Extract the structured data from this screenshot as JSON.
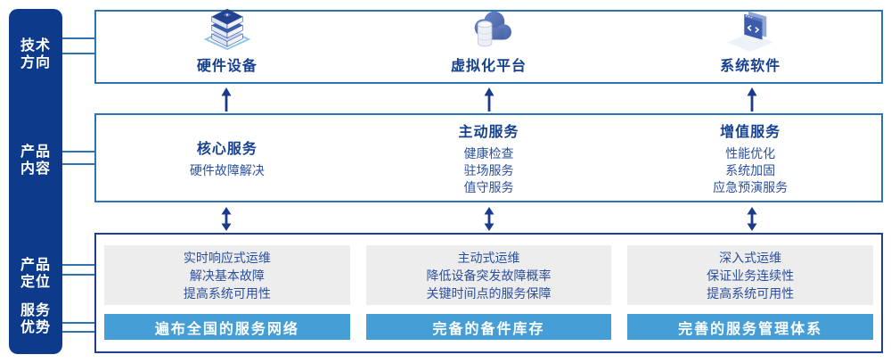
{
  "colors": {
    "leftbar_bg": "#0d3a8b",
    "box_border_blue": "#2e74b5",
    "box_border_navy": "#1e3f94",
    "title_navy": "#16418f",
    "body_navy": "#2b4f9f",
    "arrow_navy": "#1a3a8c",
    "bar_blue": "#459fd6",
    "panel_gray": "#ededed",
    "connector_blue": "#2e74b5"
  },
  "left_bar": {
    "labels": [
      [
        "技术",
        "方向"
      ],
      [
        "产品",
        "内容"
      ],
      [
        "产品",
        "定位"
      ],
      [
        "服务",
        "优势"
      ]
    ]
  },
  "tech_row": {
    "items": [
      {
        "label": "硬件设备",
        "icon": "server-stack-icon"
      },
      {
        "label": "虚拟化平台",
        "icon": "cloud-database-icon"
      },
      {
        "label": "系统软件",
        "icon": "software-window-icon"
      }
    ]
  },
  "content_row": {
    "columns": [
      {
        "title": "核心服务",
        "items": [
          "硬件故障解决"
        ]
      },
      {
        "title": "主动服务",
        "items": [
          "健康检查",
          "驻场服务",
          "值守服务"
        ]
      },
      {
        "title": "增值服务",
        "items": [
          "性能优化",
          "系统加固",
          "应急预演服务"
        ]
      }
    ]
  },
  "bottom_row": {
    "columns": [
      {
        "positioning": [
          "实时响应式运维",
          "解决基本故障",
          "提高系统可用性"
        ],
        "advantage": "遍布全国的服务网络"
      },
      {
        "positioning": [
          "主动式运维",
          "降低设备突发故障概率",
          "关键时间点的服务保障"
        ],
        "advantage": "完备的备件库存"
      },
      {
        "positioning": [
          "深入式运维",
          "保证业务连续性",
          "提高系统可用性"
        ],
        "advantage": "完善的服务管理体系"
      }
    ]
  }
}
